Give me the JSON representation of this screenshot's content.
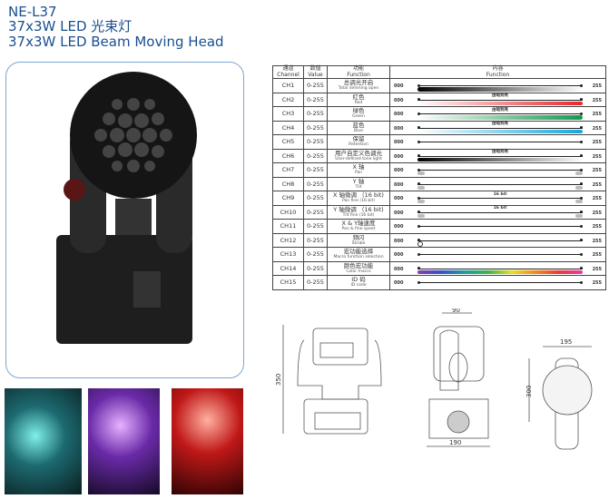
{
  "header": {
    "model": "NE-L37",
    "subtitle_cn": "37x3W LED 光束灯",
    "subtitle_en": "37x3W LED Beam Moving Head"
  },
  "table": {
    "headers": {
      "channel_cn": "通道",
      "channel_en": "Channel",
      "value_cn": "数值",
      "value_en": "Value",
      "function_cn": "功能",
      "function_en": "Function",
      "content_cn": "内容",
      "content_en": "Function"
    },
    "min": "000",
    "max": "255",
    "rows": [
      {
        "ch": "CH1",
        "value": "0-255",
        "cn": "总调光开启",
        "en": "Total dimming open",
        "bar": "dim",
        "label": ""
      },
      {
        "ch": "CH2",
        "value": "0-255",
        "cn": "红色",
        "en": "Red",
        "bar": "red",
        "label": "由暗到亮"
      },
      {
        "ch": "CH3",
        "value": "0-255",
        "cn": "绿色",
        "en": "Green",
        "bar": "green",
        "label": "由暗到亮"
      },
      {
        "ch": "CH4",
        "value": "0-255",
        "cn": "蓝色",
        "en": "Blue",
        "bar": "blue",
        "label": "由暗到亮"
      },
      {
        "ch": "CH5",
        "value": "0-255",
        "cn": "保留",
        "en": "Retention",
        "bar": "",
        "label": ""
      },
      {
        "ch": "CH6",
        "value": "0-255",
        "cn": "用户自定义色调光",
        "en": "User-defined tone light",
        "bar": "dim",
        "label": "由暗到亮"
      },
      {
        "ch": "CH7",
        "value": "0-255",
        "cn": "X 轴",
        "en": "Pan",
        "bar": "pan",
        "label": ""
      },
      {
        "ch": "CH8",
        "value": "0-255",
        "cn": "Y 轴",
        "en": "Tilt",
        "bar": "tilt",
        "label": ""
      },
      {
        "ch": "CH9",
        "value": "0-255",
        "cn": "X 轴微调 （16 bit)",
        "en": "Pan fine (16 bit)",
        "bar": "pan",
        "label": "16 bit"
      },
      {
        "ch": "CH10",
        "value": "0-255",
        "cn": "Y 轴微调 （16 bit)",
        "en": "Tilt fine (16 bit)",
        "bar": "tilt",
        "label": "16 bit"
      },
      {
        "ch": "CH11",
        "value": "0-255",
        "cn": "X & Y轴速度",
        "en": "Pan & fine speet",
        "bar": "",
        "label": ""
      },
      {
        "ch": "CH12",
        "value": "0-255",
        "cn": "频闪",
        "en": "Strobe",
        "bar": "strobe",
        "label": ""
      },
      {
        "ch": "CH13",
        "value": "0-255",
        "cn": "宏功能选择",
        "en": "Macro function selection",
        "bar": "",
        "label": ""
      },
      {
        "ch": "CH14",
        "value": "0-255",
        "cn": "颜色宏功能",
        "en": "Color macro",
        "bar": "rainbow",
        "label": ""
      },
      {
        "ch": "CH15",
        "value": "0-255",
        "cn": "ID 码",
        "en": "ID code",
        "bar": "",
        "label": ""
      }
    ]
  },
  "drawings": {
    "front_height": "350",
    "side_top": "90",
    "side_width": "190",
    "head_width": "195",
    "head_height": "300"
  },
  "colors": {
    "title": "#1a4f8f",
    "panel_border": "#7ea6cf"
  }
}
